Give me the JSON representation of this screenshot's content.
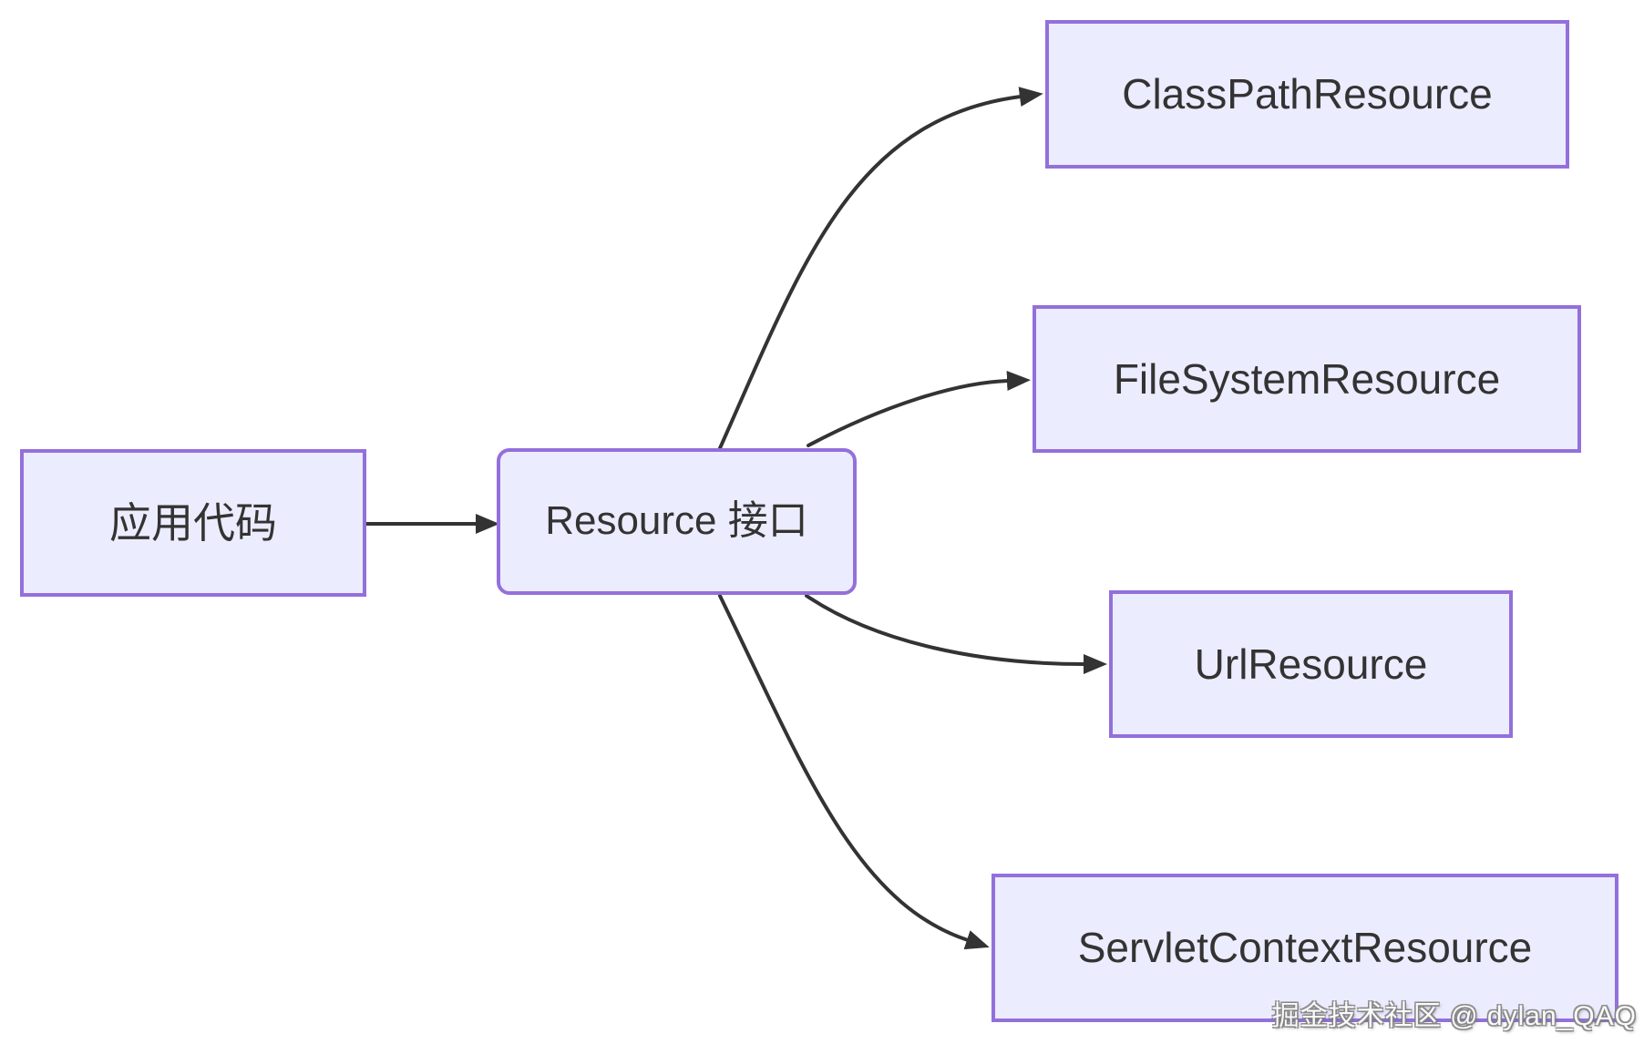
{
  "diagram": {
    "type": "flowchart-left-to-right",
    "nodes": [
      {
        "id": "app",
        "label": "应用代码",
        "shape": "rectangle"
      },
      {
        "id": "resource",
        "label": "Resource 接口",
        "shape": "rounded-rectangle"
      },
      {
        "id": "classpath",
        "label": "ClassPathResource",
        "shape": "rectangle"
      },
      {
        "id": "filesystem",
        "label": "FileSystemResource",
        "shape": "rectangle"
      },
      {
        "id": "url",
        "label": "UrlResource",
        "shape": "rectangle"
      },
      {
        "id": "servlet",
        "label": "ServletContextResource",
        "shape": "rectangle"
      }
    ],
    "edges": [
      {
        "from": "应用代码",
        "to": "Resource 接口"
      },
      {
        "from": "Resource 接口",
        "to": "ClassPathResource"
      },
      {
        "from": "Resource 接口",
        "to": "FileSystemResource"
      },
      {
        "from": "Resource 接口",
        "to": "UrlResource"
      },
      {
        "from": "Resource 接口",
        "to": "ServletContextResource"
      }
    ],
    "colors": {
      "node_fill": "#ECECFF",
      "node_border": "#9370DB",
      "edge": "#333333",
      "text": "#333333",
      "background": "#FFFFFF"
    },
    "watermark": "掘金技术社区 @ dylan_QAQ"
  }
}
